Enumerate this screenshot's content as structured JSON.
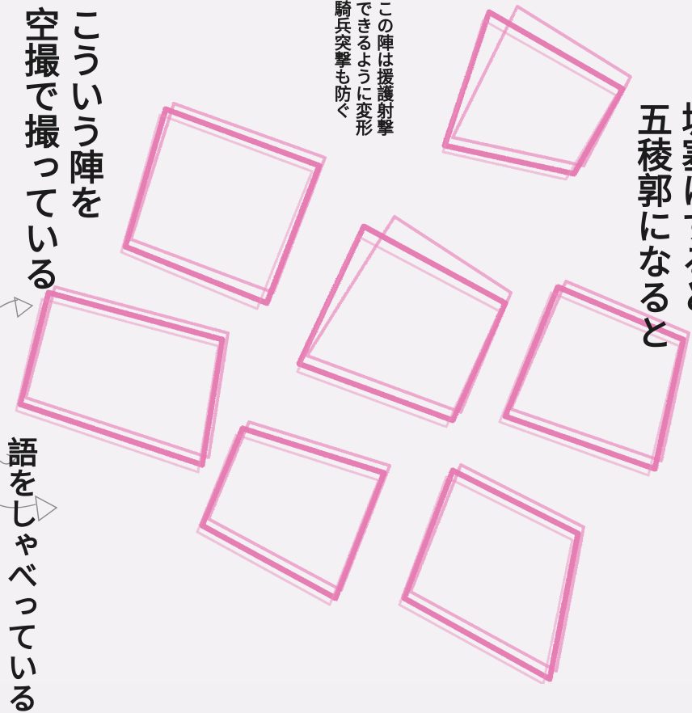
{
  "notes": {
    "top_left": [
      "こういう陣を",
      "空撮で撮っている"
    ],
    "top_middle": [
      "この陣は援護射撃",
      "できるように変形",
      "騎兵突撃も防ぐ"
    ],
    "right": [
      "城塞にすると",
      "五稜郭になると"
    ],
    "bottom_left": [
      "語をしゃべっている"
    ]
  },
  "colors": {
    "marker_pink": "#e0559e",
    "pencil_grey": "#8a8a8a",
    "paper": "#f3f1f4"
  }
}
